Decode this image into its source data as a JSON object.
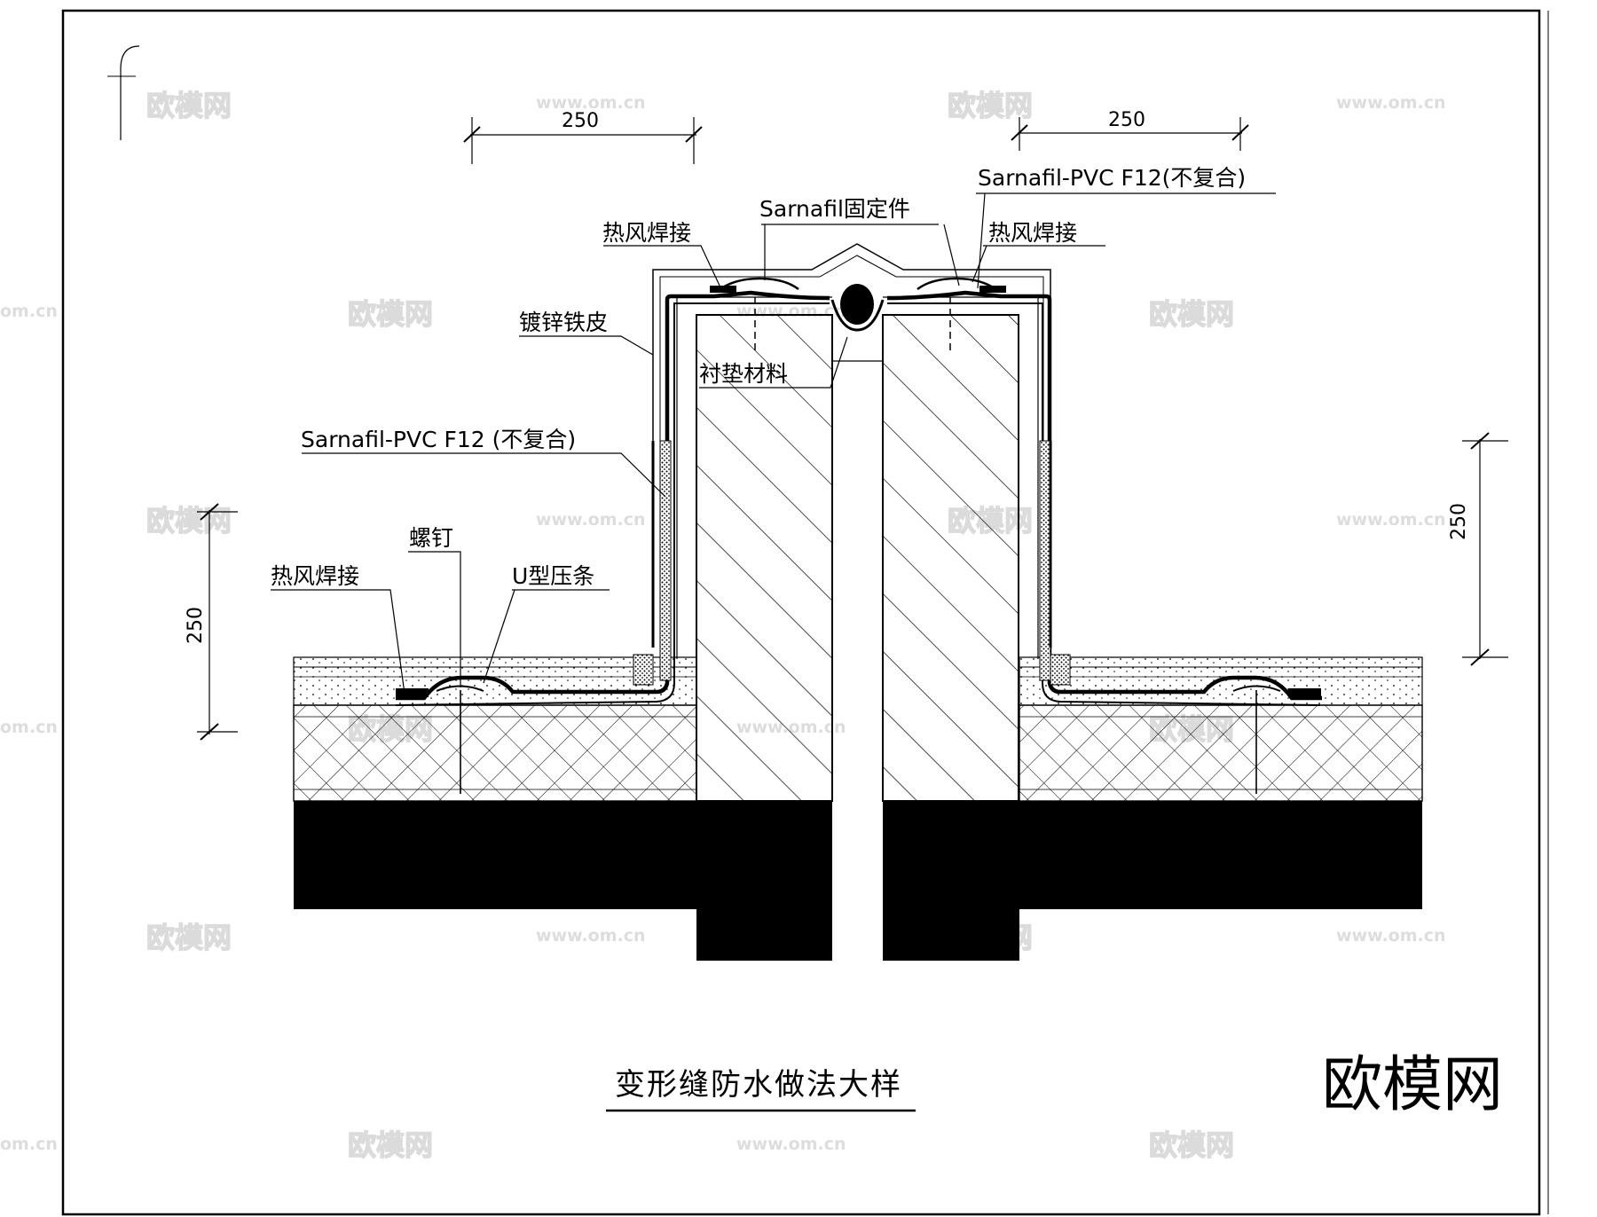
{
  "title": "变形缝防水做法大样",
  "dimensions": {
    "top_left": "250",
    "top_right": "250",
    "left_height": "250",
    "right_height": "250"
  },
  "labels": {
    "hot_air_weld_top_left": "热风焊接",
    "sarnafil_fixing": "Sarnafil固定件",
    "membrane_top_right": "Sarnafil-PVC F12(不复合)",
    "hot_air_weld_top_right": "热风焊接",
    "galvanized_sheet": "镀锌铁皮",
    "backing_material": "衬垫材料",
    "membrane_left": "Sarnafil-PVC F12 (不复合)",
    "screw": "螺钉",
    "hot_air_weld_bottom_left": "热风焊接",
    "u_strip": "U型压条"
  },
  "watermark": {
    "brand": "欧模网",
    "url": "www.om.cn",
    "url_fragment": "om.cn"
  },
  "colors": {
    "line": "#000000",
    "watermark": "#d8d8d8",
    "background": "#ffffff"
  }
}
